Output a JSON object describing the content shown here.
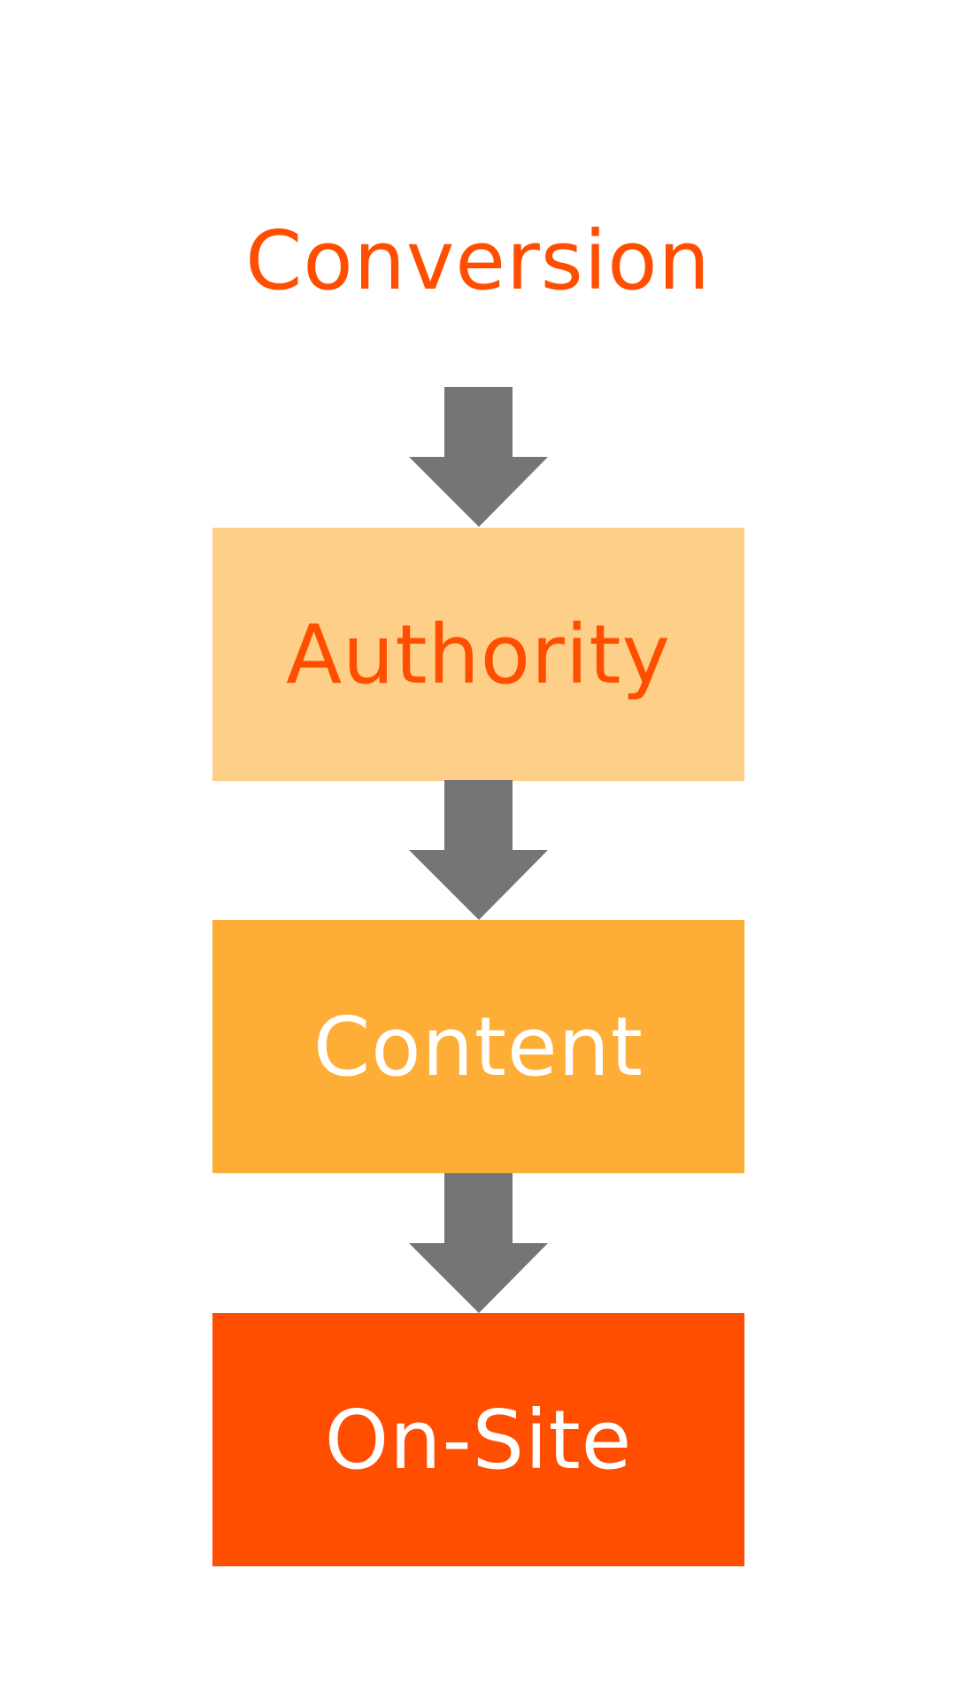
{
  "diagram": {
    "top_label": "Conversion",
    "steps": [
      {
        "label": "Authority"
      },
      {
        "label": "Content"
      },
      {
        "label": "On-Site"
      }
    ]
  },
  "colors": {
    "accent_orange": "#ff4e00",
    "light_box": "#fdcf88",
    "mid_box": "#fead36",
    "dark_box": "#ff4e00",
    "arrow_gray": "#757575",
    "white_text": "#ffffff"
  }
}
